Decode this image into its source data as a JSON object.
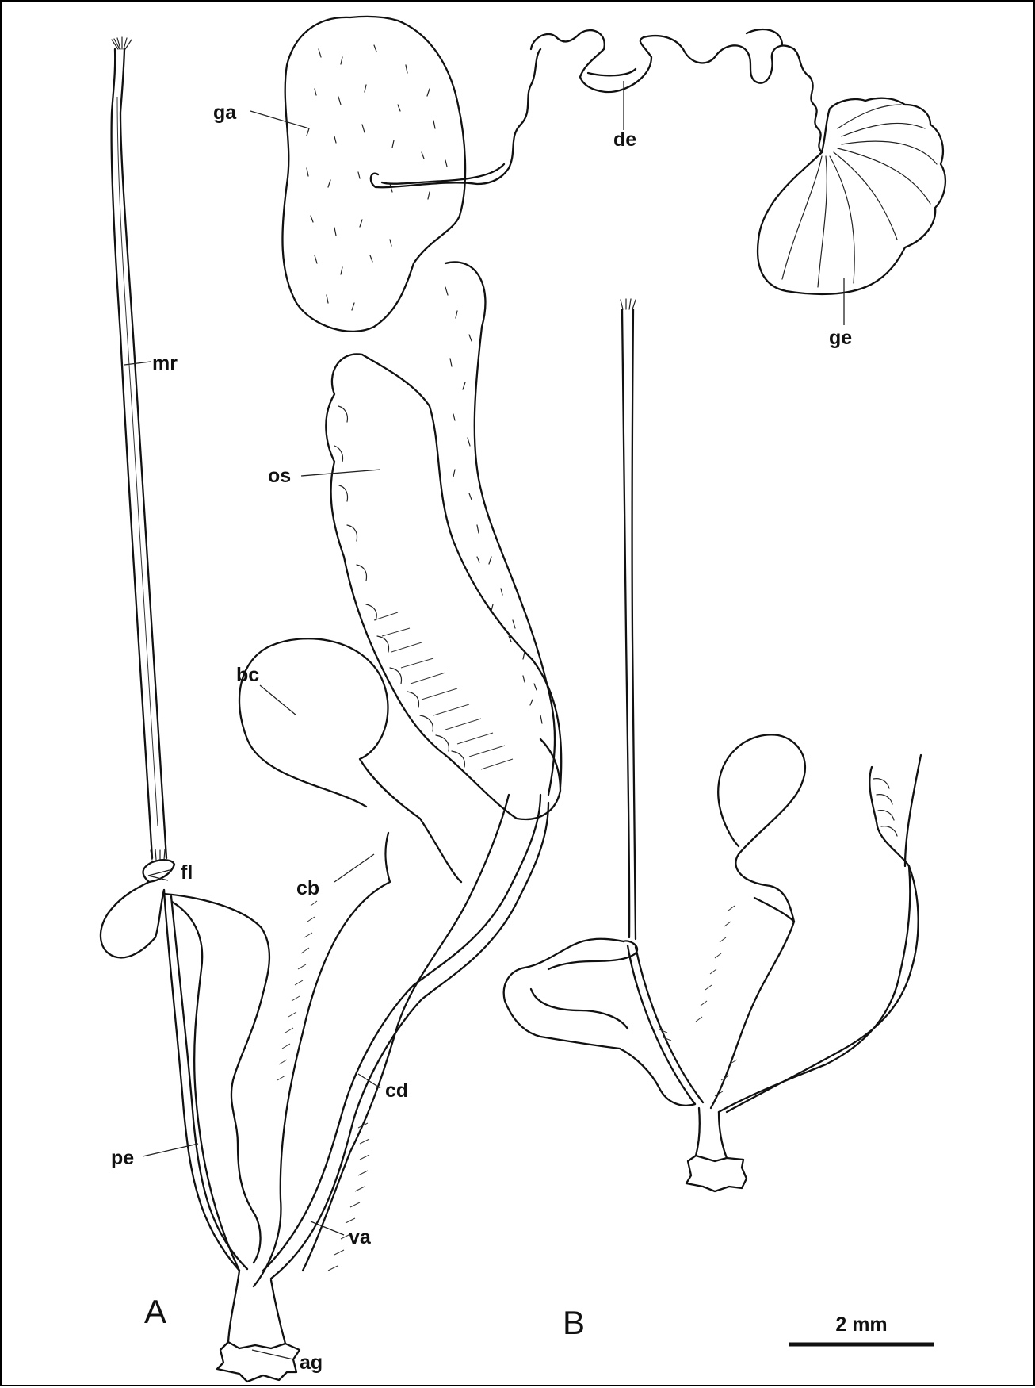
{
  "figure": {
    "labels": {
      "ga": "ga",
      "de": "de",
      "ge": "ge",
      "mr": "mr",
      "os": "os",
      "bc": "bc",
      "fl": "fl",
      "cb": "cb",
      "cd": "cd",
      "pe": "pe",
      "va": "va",
      "ag": "ag"
    },
    "panels": {
      "a": "A",
      "b": "B"
    },
    "scale_bar": {
      "text": "2 mm"
    },
    "colors": {
      "line": "#111111",
      "background": "#ffffff",
      "frame": "#000000"
    }
  }
}
